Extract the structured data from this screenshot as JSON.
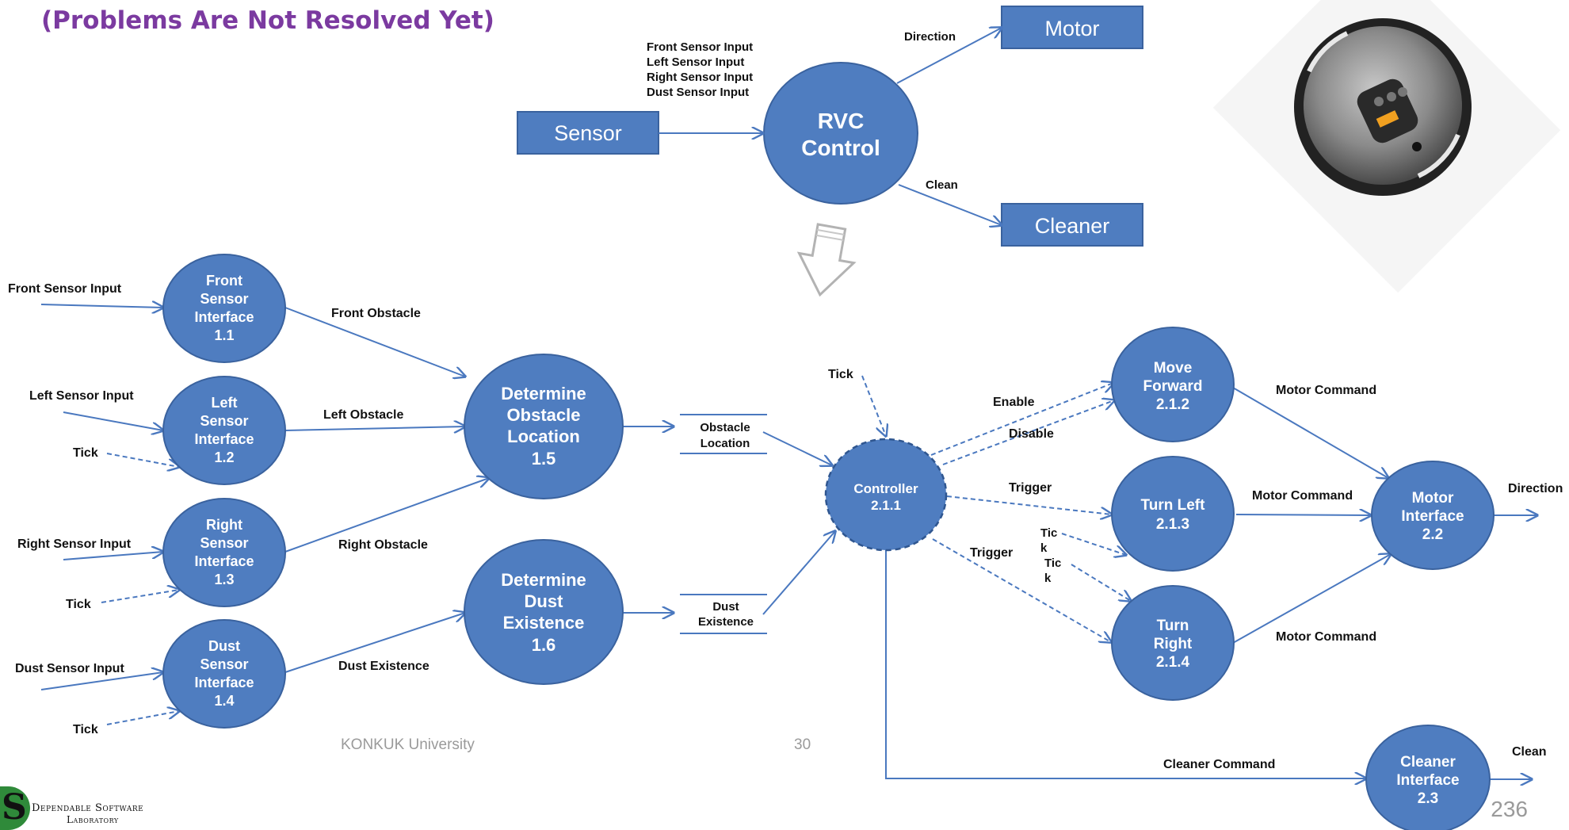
{
  "header": {
    "subtitle": "(Problems Are Not Resolved Yet)"
  },
  "context_diagram": {
    "process": {
      "line1": "RVC",
      "line2": "Control"
    },
    "entities": {
      "sensor": "Sensor",
      "motor": "Motor",
      "cleaner": "Cleaner"
    },
    "inputs": [
      "Front Sensor Input",
      "Left Sensor Input",
      "Right Sensor Input",
      "Dust Sensor Input"
    ],
    "flows": {
      "direction": "Direction",
      "clean": "Clean"
    }
  },
  "dfd": {
    "processes": {
      "p11": {
        "lines": [
          "Front",
          "Sensor",
          "Interface",
          "1.1"
        ]
      },
      "p12": {
        "lines": [
          "Left",
          "Sensor",
          "Interface",
          "1.2"
        ]
      },
      "p13": {
        "lines": [
          "Right",
          "Sensor",
          "Interface",
          "1.3"
        ]
      },
      "p14": {
        "lines": [
          "Dust",
          "Sensor",
          "Interface",
          "1.4"
        ]
      },
      "p15": {
        "lines": [
          "Determine",
          "Obstacle",
          "Location",
          "1.5"
        ]
      },
      "p16": {
        "lines": [
          "Determine",
          "Dust",
          "Existence",
          "1.6"
        ]
      },
      "p211": {
        "lines": [
          "Controller",
          "2.1.1"
        ]
      },
      "p212": {
        "lines": [
          "Move",
          "Forward",
          "2.1.2"
        ]
      },
      "p213": {
        "lines": [
          "Turn Left",
          "2.1.3"
        ]
      },
      "p214": {
        "lines": [
          "Turn",
          "Right",
          "2.1.4"
        ]
      },
      "p22": {
        "lines": [
          "Motor",
          "Interface",
          "2.2"
        ]
      },
      "p23": {
        "lines": [
          "Cleaner",
          "Interface",
          "2.3"
        ]
      }
    },
    "stores": {
      "obstacle": [
        "Obstacle",
        "Location"
      ],
      "dust": [
        "Dust",
        "Existence"
      ]
    },
    "labels": {
      "front_sensor_input": "Front Sensor Input",
      "left_sensor_input": "Left Sensor Input",
      "right_sensor_input": "Right Sensor Input",
      "dust_sensor_input": "Dust Sensor Input",
      "tick_left": "Tick",
      "tick_right": "Tick",
      "tick_dust": "Tick",
      "front_obstacle": "Front Obstacle",
      "left_obstacle": "Left Obstacle",
      "right_obstacle": "Right Obstacle",
      "dust_existence": "Dust Existence",
      "tick_controller": "Tick",
      "enable": "Enable",
      "disable": "Disable",
      "trigger_left": "Trigger",
      "trigger_right": "Trigger",
      "tick_turn_left": [
        "Tic",
        "k"
      ],
      "tick_turn_right": [
        "Tic",
        "k"
      ],
      "motor_command_1": "Motor Command",
      "motor_command_2": "Motor Command",
      "motor_command_3": "Motor Command",
      "direction": "Direction",
      "cleaner_command": "Cleaner Command",
      "clean": "Clean"
    }
  },
  "footer": {
    "university": "KONKUK University",
    "inner_page": "30",
    "page_number": "236",
    "lab_line1": "Dependable Software",
    "lab_line2": "Laboratory",
    "lab_mark": "S"
  },
  "colors": {
    "accent": "#4472c4",
    "node_fill": "#4f7dc0",
    "node_stroke": "#3a629e",
    "subtitle": "#7b3aa0"
  },
  "icons": {
    "transform_arrow": "hollow-down-arrow-icon",
    "robot": "robot-vacuum-photo"
  }
}
